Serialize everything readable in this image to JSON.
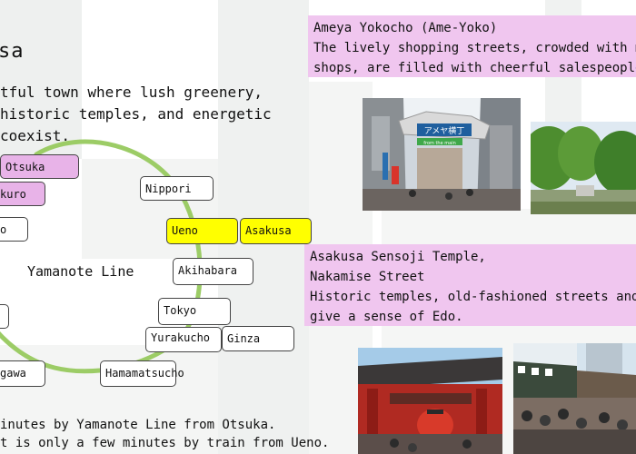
{
  "title": "sa",
  "intro": {
    "lines": [
      "tful town where lush greenery,",
      "historic temples, and energetic",
      "coexist."
    ]
  },
  "map": {
    "line_label": "Yamanote Line",
    "stations": {
      "otsuka": "Otsuka",
      "ikebukuro": "kuro",
      "left_upper": "o",
      "nippori": "Nippori",
      "ueno": "Ueno",
      "asakusa": "Asakusa",
      "akihabara": "Akihabara",
      "tokyo": "Tokyo",
      "yurakucho": "Yurakucho",
      "ginza": "Ginza",
      "hamamatsucho": "Hamamatsucho",
      "shinagawa": "gawa"
    },
    "colors": {
      "line": "#99d066",
      "highlight": "#ffff00",
      "current": "#e8b3e8"
    }
  },
  "notes": {
    "lines": [
      "inutes by Yamanote Line from Otsuka.",
      "t is only a few minutes by train from Ueno."
    ]
  },
  "callouts": {
    "ameyoko": "Ameya Yokocho (Ame-Yoko)\nThe lively shopping streets, crowded with m\nshops, are filled with cheerful salespeople",
    "sensoji": "Asakusa Sensoji Temple,\nNakamise Street\nHistoric temples, old-fashioned streets and\ngive a sense of Edo."
  },
  "photos": {
    "ameyoko_gate_sign": "アメヤ横丁",
    "ameyoko_gate_sub": "from the main"
  }
}
